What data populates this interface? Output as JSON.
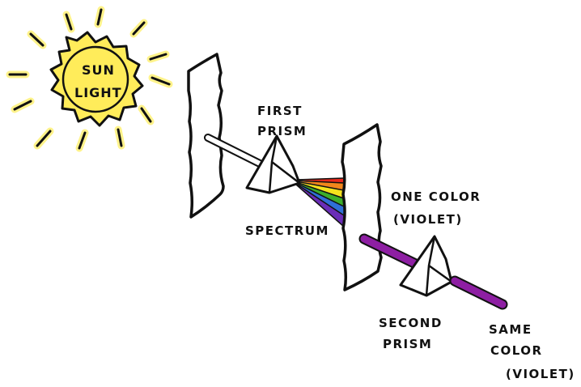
{
  "labels": {
    "sun_line1": "SUN",
    "sun_line2": "LIGHT",
    "first_prism_line1": "FIRST",
    "first_prism_line2": "PRISM",
    "spectrum": "SPECTRUM",
    "one_color_line1": "ONE COLOR",
    "one_color_line2": "(VIOLET)",
    "second_prism_line1": "SECOND",
    "second_prism_line2": "PRISM",
    "same_color_line1": "SAME",
    "same_color_line2": "COLOR",
    "same_color_line3": "(VIOLET)"
  },
  "colors": {
    "sun_fill": "#ffec5a",
    "sun_glow": "#fff38a",
    "ink": "#111111",
    "violet_beam": "#8e1fa3",
    "spectrum": [
      "#e8281b",
      "#f2861b",
      "#f4e21d",
      "#3cae2a",
      "#2f6fd6",
      "#6a2db8"
    ]
  }
}
